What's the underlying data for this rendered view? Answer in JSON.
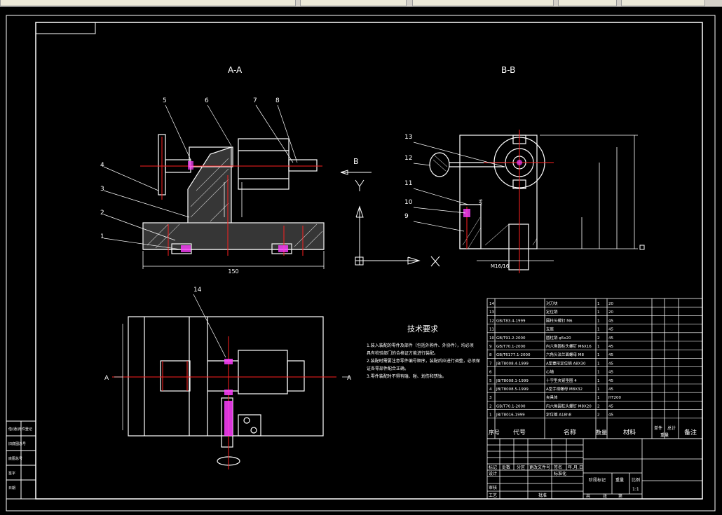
{
  "sections": {
    "aa": "A-A",
    "bb": "B-B"
  },
  "callouts": [
    "1",
    "2",
    "3",
    "4",
    "5",
    "6",
    "7",
    "8",
    "9",
    "10",
    "11",
    "12",
    "13",
    "14"
  ],
  "dims": {
    "width_150": "150",
    "axis_b": "B",
    "axis_y": "Y",
    "axis_x": "X",
    "sec_a_left": "A",
    "sec_a_right": "A",
    "dim_b1": "M6",
    "dim_b2": "M16/16"
  },
  "tech": {
    "title": "技术要求",
    "lines": [
      "1.装入装配的零件及部件（包括外购件、外协件），均必须",
      "具有检验部门的合格证方能进行装配。",
      "2.装配时需要注意零件编号顺序，装配后应进行调整，必须保",
      "证各零部件配合正确。",
      "3.零件装配时不得有磕、碰、划伤和锈蚀。"
    ]
  },
  "bom_rows": [
    {
      "no": "14",
      "code": "",
      "name": "对刀块",
      "qty": "1",
      "mat": "20"
    },
    {
      "no": "13",
      "code": "",
      "name": "定位销",
      "qty": "1",
      "mat": "20"
    },
    {
      "no": "12",
      "code": "GB/T83.4-1999",
      "name": "圆柱头螺钉 M6",
      "qty": "1",
      "mat": "45"
    },
    {
      "no": "11",
      "code": "",
      "name": "支座",
      "qty": "1",
      "mat": "45"
    },
    {
      "no": "10",
      "code": "GB/T91.2-2000",
      "name": "圆柱销 φ5x20",
      "qty": "2",
      "mat": "45"
    },
    {
      "no": "9",
      "code": "GB/T70.1-2000",
      "name": "内六角圆柱头螺钉 M6X16",
      "qty": "1",
      "mat": "45"
    },
    {
      "no": "8",
      "code": "GB/T6177.1-2000",
      "name": "六角头法兰面螺母 M8",
      "qty": "1",
      "mat": "45"
    },
    {
      "no": "7",
      "code": "JB/T8008.4-1999",
      "name": "A型菱形定位销 A8X30",
      "qty": "1",
      "mat": "45"
    },
    {
      "no": "6",
      "code": "",
      "name": "心轴",
      "qty": "1",
      "mat": "45"
    },
    {
      "no": "5",
      "code": "JB/T8008.1-1999",
      "name": "十字型夹紧垫圈 4",
      "qty": "1",
      "mat": "45"
    },
    {
      "no": "4",
      "code": "JB/T8008.5-1999",
      "name": "A型手柄螺母 M8X32",
      "qty": "1",
      "mat": "45"
    },
    {
      "no": "3",
      "code": "",
      "name": "夹具体",
      "qty": "1",
      "mat": "HT200"
    },
    {
      "no": "2",
      "code": "GB/T70.1-2000",
      "name": "内六角圆柱头螺钉 M8X20",
      "qty": "2",
      "mat": "45"
    },
    {
      "no": "1",
      "code": "JB/T8016-1999",
      "name": "定位键 A18h8",
      "qty": "2",
      "mat": "45"
    }
  ],
  "bom_header": {
    "no": "序号",
    "code": "代号",
    "name": "名称",
    "qty": "数量",
    "mat": "材料",
    "unit_w": "单件",
    "total_w": "总计",
    "weight": "重量",
    "note": "备注"
  },
  "title_block": {
    "mark": "标记",
    "count": "处数",
    "zone": "分区",
    "doc": "更改文件号",
    "sign": "签名",
    "date": "年.月.日",
    "design": "设计",
    "std": "标准化",
    "stage": "阶段标记",
    "weight": "重量",
    "scale": "比例",
    "scale_val": "1:1",
    "review": "审核",
    "craft": "工艺",
    "approve": "批准",
    "total": "共",
    "sheet": "张",
    "page": "第"
  },
  "left_strip": [
    "借(通)用件登记",
    "旧底图总号",
    "底图总号",
    "签字",
    "日期"
  ]
}
